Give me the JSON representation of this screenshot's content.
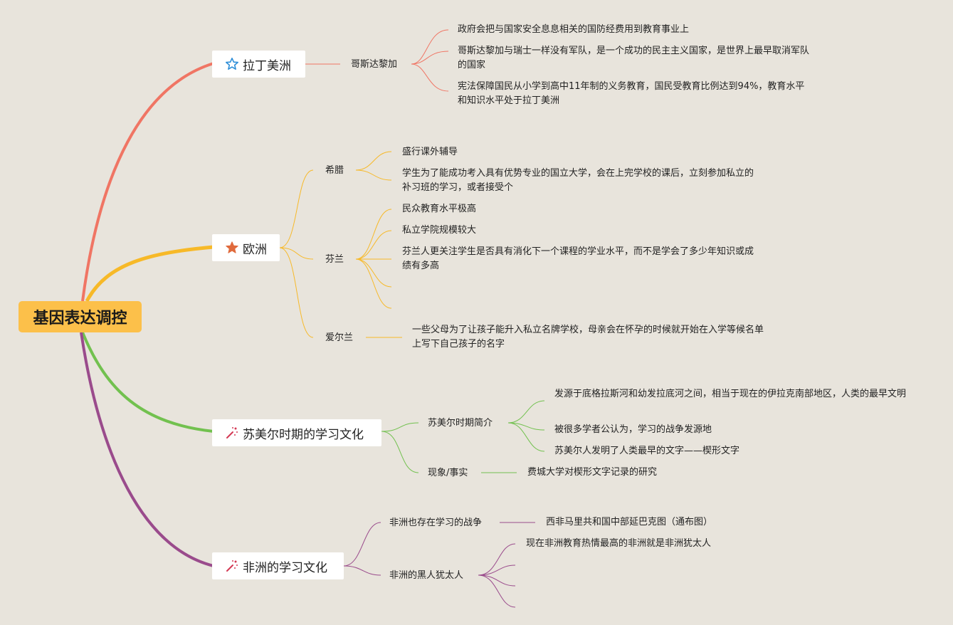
{
  "root": {
    "label": "基因表达调控"
  },
  "branches": [
    {
      "label": "拉丁美洲",
      "icon": "star-outline-icon",
      "color": "#f07564",
      "subs": [
        {
          "label": "哥斯达黎加",
          "leaves": [
            "政府会把与国家安全息息相关的国防经费用到教育事业上",
            "哥斯达黎加与瑞士一样没有军队，是一个成功的民主主义国家，是世界上最早取消军队的国家",
            "宪法保障国民从小学到高中11年制的义务教育，国民受教育比例达到94%，教育水平和知识水平处于拉丁美洲"
          ]
        }
      ]
    },
    {
      "label": "欧洲",
      "icon": "star-filled-icon",
      "color": "#f7b928",
      "subs": [
        {
          "label": "希腊",
          "leaves": [
            "盛行课外辅导",
            "学生为了能成功考入具有优势专业的国立大学，会在上完学校的课后，立刻参加私立的补习班的学习，或者接受个"
          ]
        },
        {
          "label": "芬兰",
          "leaves": [
            "民众教育水平极高",
            "私立学院规模较大",
            "芬兰人更关注学生是否具有消化下一个课程的学业水平，而不是学会了多少年知识或成绩有多高",
            "",
            ""
          ]
        },
        {
          "label": "爱尔兰",
          "leaves": [
            "一些父母为了让孩子能升入私立名牌学校，母亲会在怀孕的时候就开始在入学等候名单上写下自己孩子的名字"
          ]
        }
      ]
    },
    {
      "label": "苏美尔时期的学习文化",
      "icon": "sparkle-wand-icon",
      "color": "#72c14f",
      "subs": [
        {
          "label": "苏美尔时期简介",
          "leaves": [
            "发源于底格拉斯河和幼发拉底河之间，相当于现在的伊拉克南部地区，人类的最早文明",
            "被很多学者公认为，学习的战争发源地",
            "苏美尔人发明了人类最早的文字——楔形文字"
          ]
        },
        {
          "label": "现象/事实",
          "leaves": [
            "费城大学对楔形文字记录的研究"
          ]
        }
      ]
    },
    {
      "label": "非洲的学习文化",
      "icon": "sparkle-wand-icon",
      "color": "#9a4b8c",
      "subs": [
        {
          "label": "非洲也存在学习的战争",
          "leaves": [
            "西非马里共和国中部延巴克图（通布图）"
          ]
        },
        {
          "label": "非洲的黑人犹太人",
          "leaves": [
            "现在非洲教育热情最高的非洲就是非洲犹太人",
            "",
            "",
            ""
          ]
        }
      ]
    }
  ]
}
